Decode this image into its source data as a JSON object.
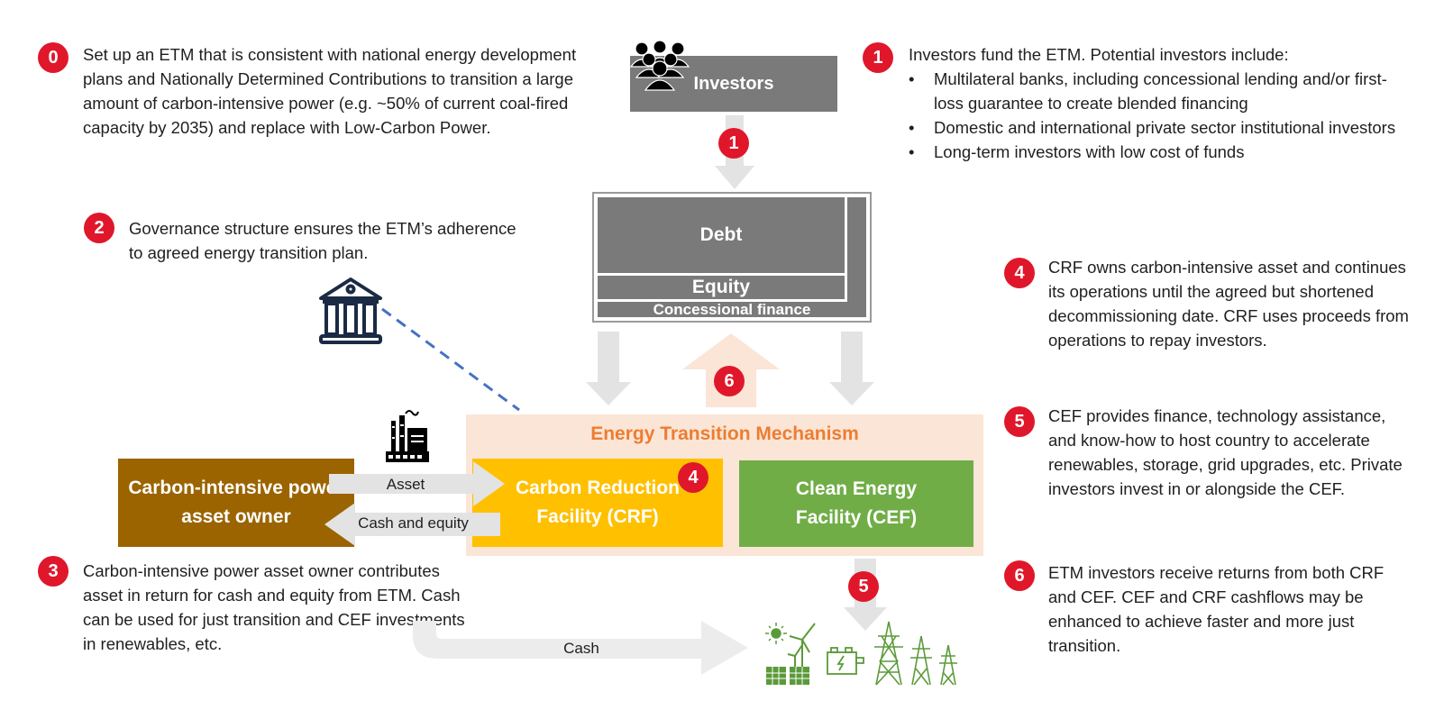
{
  "notes": {
    "n0": {
      "badge": "0",
      "text": "Set up an ETM that is consistent with national energy development plans and Nationally Determined Contributions to transition a large amount of carbon-intensive power (e.g. ~50% of current coal-fired capacity by 2035) and replace with Low-Carbon Power."
    },
    "n1": {
      "badge": "1",
      "intro": "Investors fund the ETM.  Potential investors include:",
      "bullets": [
        "Multilateral banks, including concessional lending and/or first-loss guarantee to create blended financing",
        "Domestic and international private sector institutional investors",
        "Long-term investors with low cost of funds"
      ]
    },
    "n2": {
      "badge": "2",
      "text": "Governance structure ensures the ETM’s adherence to agreed energy transition plan."
    },
    "n3": {
      "badge": "3",
      "text": "Carbon-intensive power asset owner contributes asset in return for cash and equity from ETM. Cash can be used for just transition and CEF investments in renewables, etc."
    },
    "n4": {
      "badge": "4",
      "text": "CRF owns carbon-intensive asset and continues  its operations until the agreed but shortened decommissioning date. CRF uses proceeds from operations to repay investors."
    },
    "n5": {
      "badge": "5",
      "text": "CEF provides finance, technology assistance, and know-how to host country to accelerate renewables, storage, grid upgrades, etc. Private investors invest in or alongside the CEF."
    },
    "n6": {
      "badge": "6",
      "text": "ETM investors receive returns from both CRF and CEF. CEF and CRF cashflows may be enhanced to achieve faster and more just transition."
    }
  },
  "diagram": {
    "investors": "Investors",
    "debt": "Debt",
    "equity": "Equity",
    "concessional": "Concessional finance",
    "etm_title": "Energy Transition Mechanism",
    "crf": "Carbon Reduction Facility (CRF)",
    "cef": "Clean Energy Facility (CEF)",
    "owner": "Carbon-intensive power asset owner",
    "asset_label": "Asset",
    "cash_equity_label": "Cash and equity",
    "cash_label": "Cash",
    "flow_badges": {
      "investors_arrow": "1",
      "return_arrow": "6",
      "crf_badge": "4",
      "cef_arrow": "5"
    }
  },
  "colors": {
    "badge": "#e0172b",
    "gray_box": "#7a7a7a",
    "owner_box": "#9b6400",
    "crf_box": "#ffc000",
    "cef_box": "#70ad47",
    "etm_bg": "#fbe5d6",
    "etm_title": "#ed7d31",
    "arrow_gray": "#e3e3e3",
    "dashed_line": "#4472c4",
    "icon_green": "#5b9a3a"
  }
}
